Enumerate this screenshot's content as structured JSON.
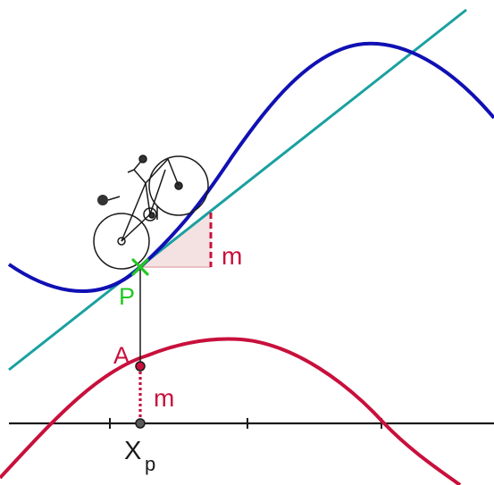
{
  "labels": {
    "point_p": "P",
    "point_a": "A",
    "slope_top": "m",
    "slope_bottom": "m",
    "x_label": "X",
    "x_subscript": "p"
  },
  "colors": {
    "function_curve": "#1010b4",
    "derivative_curve": "#c8103c",
    "tangent_line": "#1aa0a0",
    "point_p": "#22c822",
    "label_p": "#22c822",
    "label_a": "#c8103c",
    "slope_marker": "#c8103c",
    "slope_fill": "#f4e2e2",
    "axis": "#1a1a1a",
    "bicycle": "#1a1a1a",
    "label_x": "#1a1a1a"
  },
  "icons": {
    "bicycle": "bicycle-icon"
  }
}
